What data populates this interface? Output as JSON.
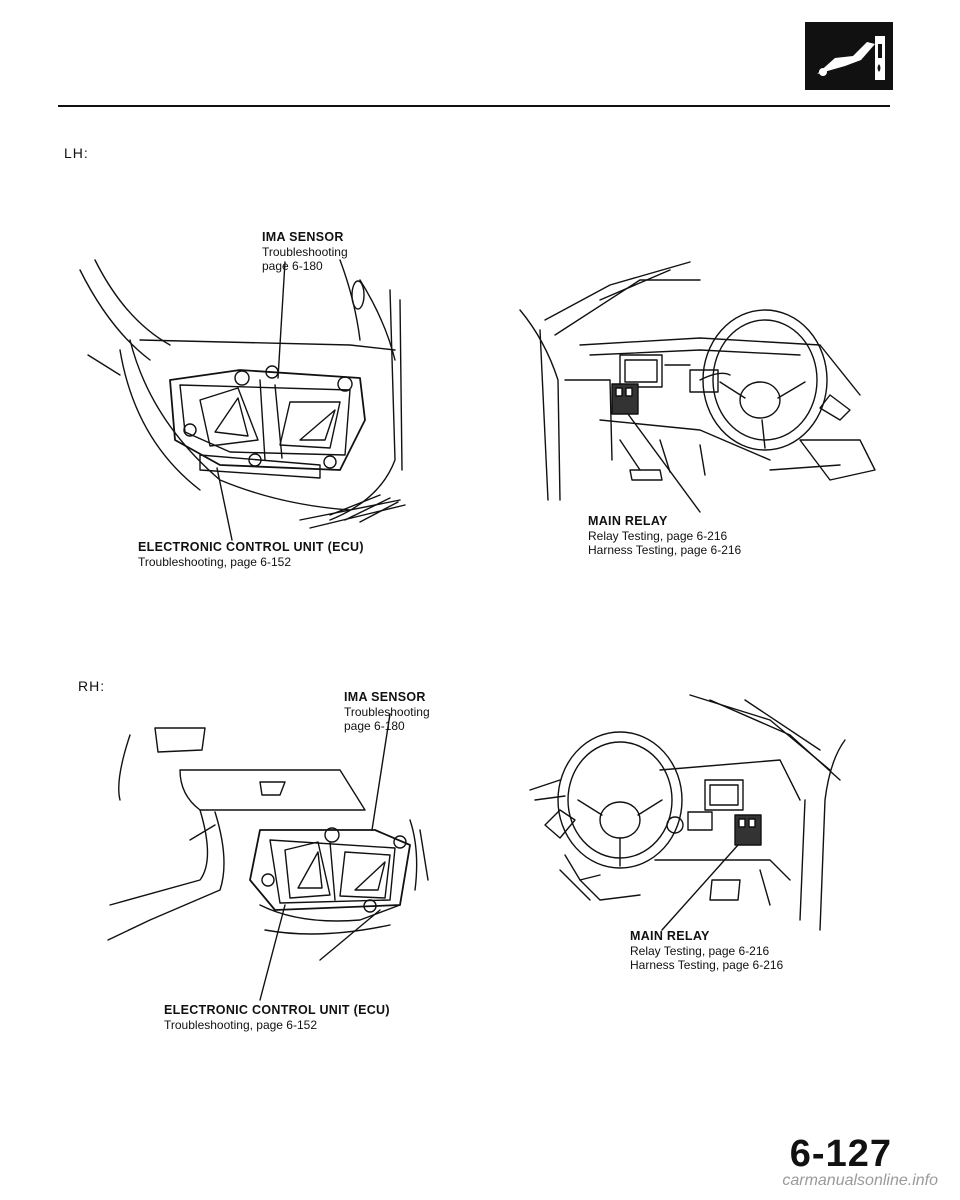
{
  "colors": {
    "ink": "#111111",
    "watermark": "#9a9a9a"
  },
  "header": {
    "logo_icon": "fuel-pump-section-icon"
  },
  "sections": {
    "lh": {
      "label": "LH:",
      "ima_sensor": {
        "name": "IMA SENSOR",
        "line1": "Troubleshooting",
        "line2": "page 6-180"
      },
      "ecu": {
        "name": "ELECTRONIC CONTROL UNIT (ECU)",
        "ref": "Troubleshooting, page 6-152"
      },
      "main_relay": {
        "name": "MAIN RELAY",
        "ref1": "Relay Testing, page 6-216",
        "ref2": "Harness Testing, page 6-216"
      }
    },
    "rh": {
      "label": "RH:",
      "ima_sensor": {
        "name": "IMA SENSOR",
        "line1": "Troubleshooting",
        "line2": "page 6-180"
      },
      "ecu": {
        "name": "ELECTRONIC CONTROL UNIT (ECU)",
        "ref": "Troubleshooting, page 6-152"
      },
      "main_relay": {
        "name": "MAIN RELAY",
        "ref1": "Relay Testing, page 6-216",
        "ref2": "Harness Testing, page 6-216"
      }
    }
  },
  "footer": {
    "page_number": "6-127",
    "watermark": "carmanualsonline.info"
  }
}
